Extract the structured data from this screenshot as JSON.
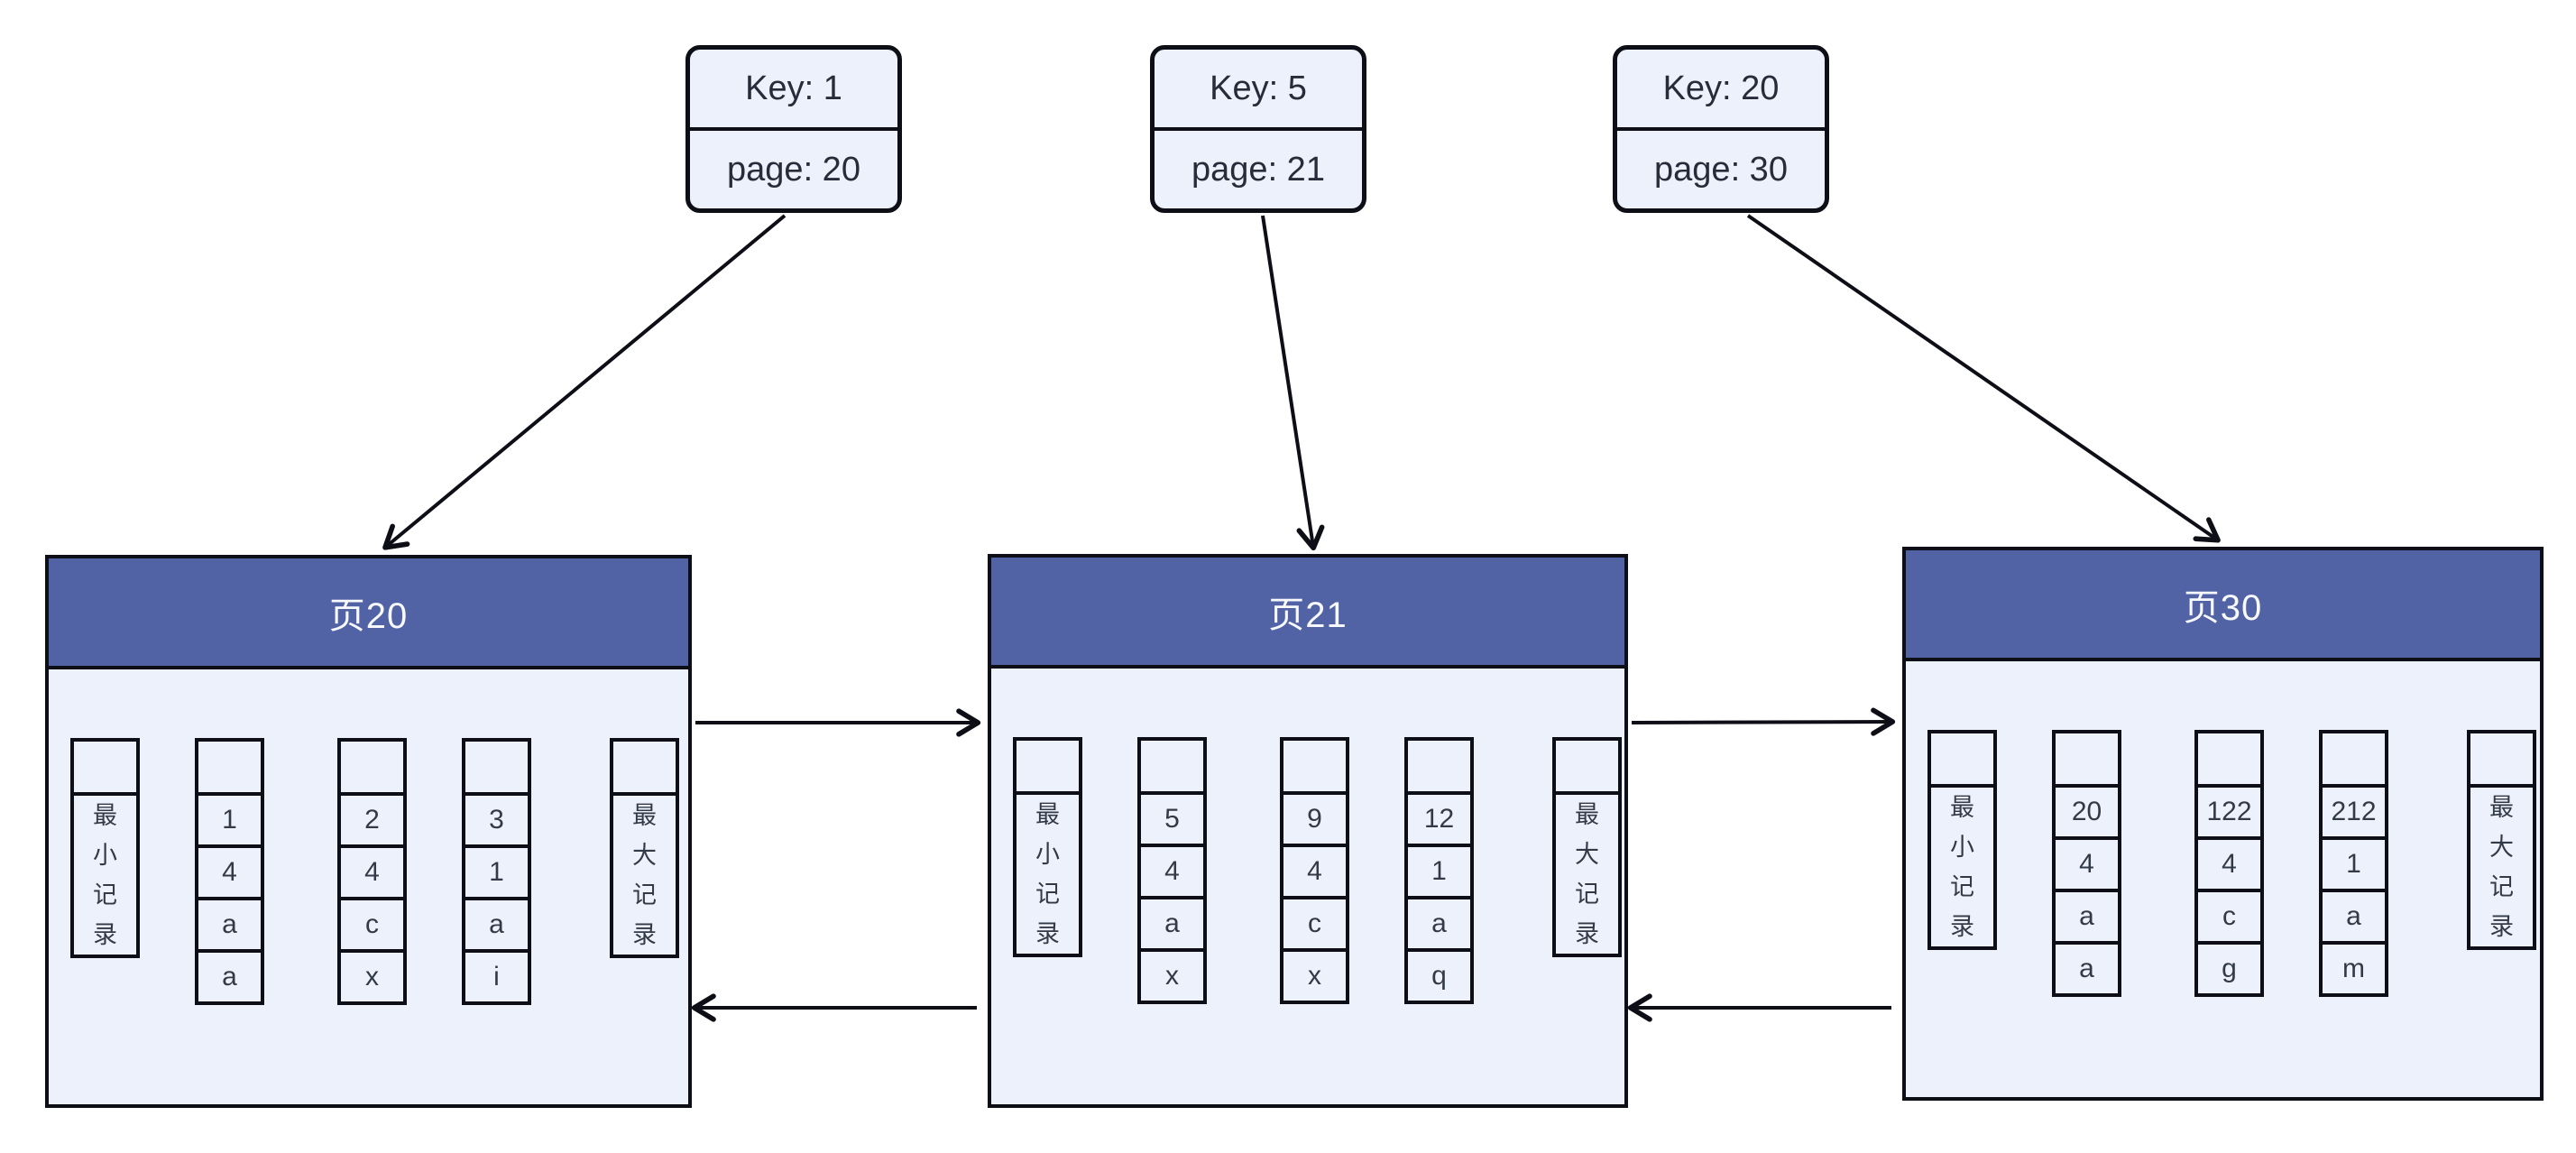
{
  "diagram": {
    "colors": {
      "header_blue": "#5163a5",
      "panel_bg": "#edf1fb",
      "border": "#0e0f16",
      "canvas_bg": "#ffffff",
      "title_text": "#f7f9fd",
      "cell_text": "#333a47"
    },
    "key_nodes": [
      {
        "key_label": "Key: 1",
        "page_label": "page: 20"
      },
      {
        "key_label": "Key: 5",
        "page_label": "page: 21"
      },
      {
        "key_label": "Key: 20",
        "page_label": "page: 30"
      }
    ],
    "pages": [
      {
        "title": "页20",
        "min_record": "最小记录",
        "max_record": "最大记录",
        "records": [
          [
            "1",
            "4",
            "a",
            "a"
          ],
          [
            "2",
            "4",
            "c",
            "x"
          ],
          [
            "3",
            "1",
            "a",
            "i"
          ]
        ]
      },
      {
        "title": "页21",
        "min_record": "最小记录",
        "max_record": "最大记录",
        "records": [
          [
            "5",
            "4",
            "a",
            "x"
          ],
          [
            "9",
            "4",
            "c",
            "x"
          ],
          [
            "12",
            "1",
            "a",
            "q"
          ]
        ]
      },
      {
        "title": "页30",
        "min_record": "最小记录",
        "max_record": "最大记录",
        "records": [
          [
            "20",
            "4",
            "a",
            "a"
          ],
          [
            "122",
            "4",
            "c",
            "g"
          ],
          [
            "212",
            "1",
            "a",
            "m"
          ]
        ]
      }
    ]
  }
}
